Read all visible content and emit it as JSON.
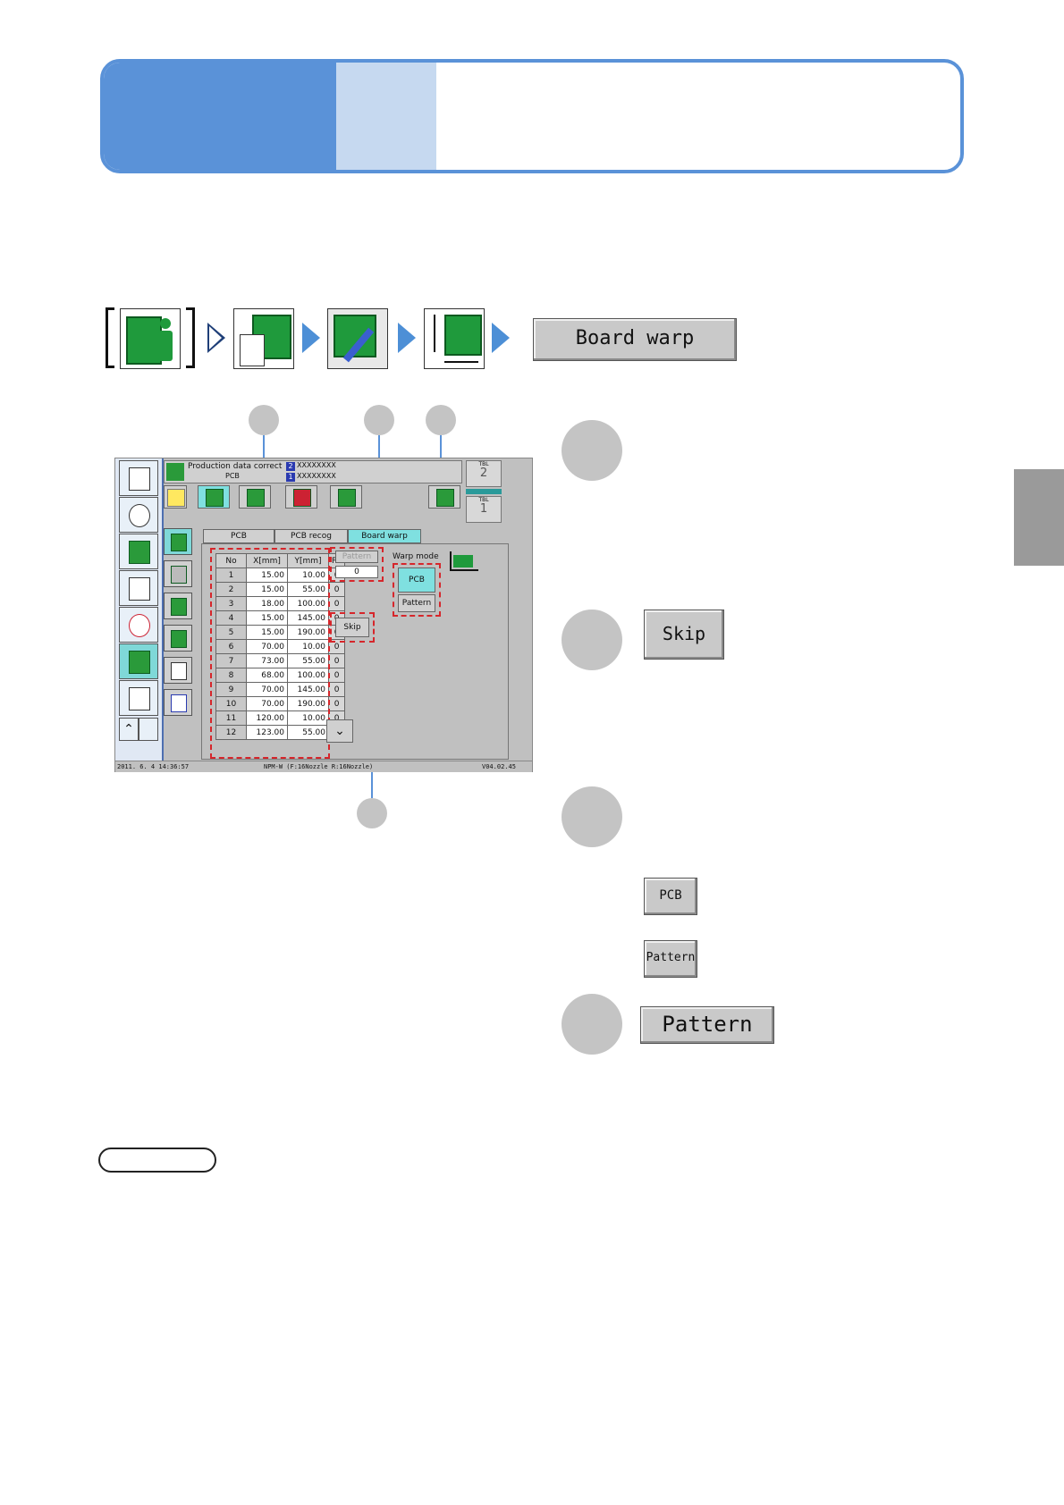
{
  "nav": {
    "button_label": "Board warp"
  },
  "steps": {
    "skip_label": "Skip",
    "pcb_label": "PCB",
    "pattern_small_label": "Pattern",
    "pattern_large_label": "Pattern"
  },
  "screen": {
    "title": "Production data correct",
    "subtitle": "PCB",
    "lane2": "XXXXXXXX",
    "lane1": "XXXXXXXX",
    "lane2_num": "2",
    "lane1_num": "1",
    "tbl_label": "TBL",
    "tbl_top": "2",
    "tbl_bottom": "1",
    "tabs": [
      "PCB",
      "PCB recog",
      "Board warp"
    ],
    "table_headers": [
      "No",
      "X[mm]",
      "Y[mm]",
      "PK"
    ],
    "rows": [
      [
        "1",
        "15.00",
        "10.00",
        "0"
      ],
      [
        "2",
        "15.00",
        "55.00",
        "0"
      ],
      [
        "3",
        "18.00",
        "100.00",
        "0"
      ],
      [
        "4",
        "15.00",
        "145.00",
        "0"
      ],
      [
        "5",
        "15.00",
        "190.00",
        "0"
      ],
      [
        "6",
        "70.00",
        "10.00",
        "0"
      ],
      [
        "7",
        "73.00",
        "55.00",
        "0"
      ],
      [
        "8",
        "68.00",
        "100.00",
        "0"
      ],
      [
        "9",
        "70.00",
        "145.00",
        "0"
      ],
      [
        "10",
        "70.00",
        "190.00",
        "0"
      ],
      [
        "11",
        "120.00",
        "10.00",
        "0"
      ],
      [
        "12",
        "123.00",
        "55.00",
        "0"
      ]
    ],
    "pattern_label": "Pattern",
    "pattern_value": "0",
    "warp_mode_label": "Warp mode",
    "warp_pcb": "PCB",
    "warp_pattern": "Pattern",
    "skip": "Skip",
    "status_left": "2011. 6. 4 14:36:57",
    "status_mid": "NPM-W (F:16Nozzle  R:16Nozzle)",
    "status_right": "V04.02.45"
  },
  "colors": {
    "accent_blue": "#5a92d8",
    "light_blue": "#c6d9f0",
    "highlight_red": "#d6262b",
    "board_green": "#1f9a3c",
    "active_cyan": "#7fe0e0"
  }
}
